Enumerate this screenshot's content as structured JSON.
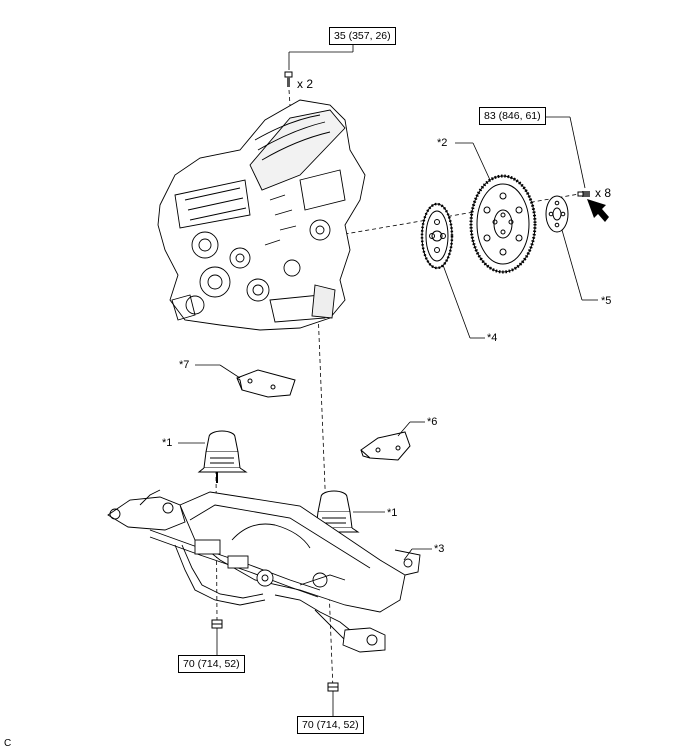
{
  "torque_specs": [
    {
      "id": "top-bolts",
      "text": "35 (357, 26)"
    },
    {
      "id": "flywheel-bolts",
      "text": "83 (846, 61)"
    },
    {
      "id": "left-nut",
      "text": "70 (714, 52)"
    },
    {
      "id": "bottom-nut",
      "text": "70 (714, 52)"
    }
  ],
  "quantities": {
    "top_bolts": "x 2",
    "flywheel_bolts": "x 8"
  },
  "callouts": {
    "c1_left": "*1",
    "c1_right": "*1",
    "c2": "*2",
    "c3": "*3",
    "c4": "*4",
    "c5": "*5",
    "c6": "*6",
    "c7": "*7"
  },
  "corner_code": "C",
  "colors": {
    "line": "#000000",
    "part_fill": "#ffffff",
    "shade": "#d9d9d9",
    "arrow": "#000000"
  }
}
